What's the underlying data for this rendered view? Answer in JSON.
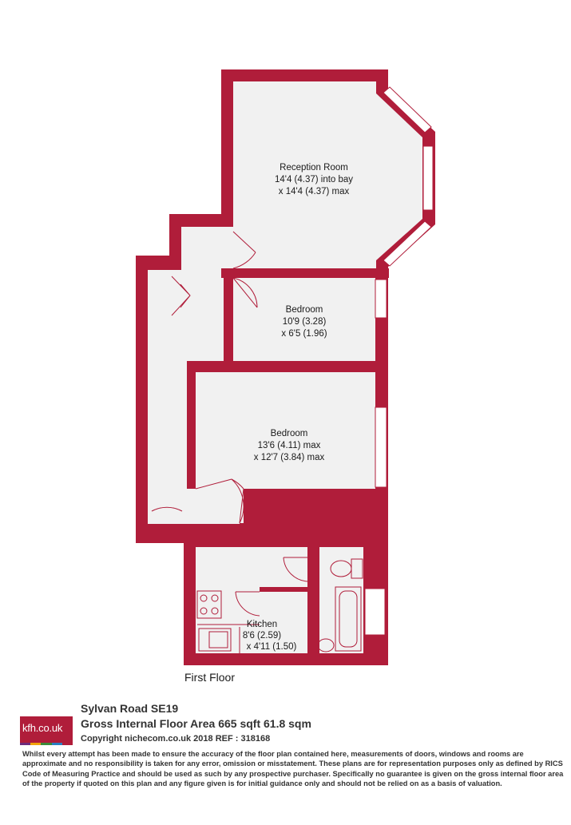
{
  "colors": {
    "wall": "#b01d3a",
    "floor": "#f1f1f1",
    "fixture_line": "#b01d3a",
    "logo_bg": "#b01d3a",
    "logo_strip": [
      "#6d2c7c",
      "#f1a30c",
      "#3b8a3a",
      "#2b7fc1",
      "#b01d3a"
    ]
  },
  "rooms": {
    "reception": {
      "name": "Reception Room",
      "dim1": "14'4 (4.37) into bay",
      "dim2": "x 14'4 (4.37) max"
    },
    "bedroom_small": {
      "name": "Bedroom",
      "dim1": "10'9 (3.28)",
      "dim2": "x 6'5 (1.96)"
    },
    "bedroom_large": {
      "name": "Bedroom",
      "dim1": "13'6 (4.11) max",
      "dim2": "x 12'7 (3.84) max"
    },
    "kitchen": {
      "name": "Kitchen",
      "dim1": "8'6 (2.59)",
      "dim2": "x 4'11 (1.50)"
    }
  },
  "floor_label": "First Floor",
  "logo_text": "kfh.co.uk",
  "footer": {
    "address": "Sylvan Road  SE19",
    "area": "Gross Internal Floor Area 665 sqft 61.8 sqm",
    "copyright": "Copyright nichecom.co.uk 2018 REF : 318168",
    "disclaimer": "Whilst every attempt has been made to ensure the accuracy of the floor plan contained here, measurements of doors, windows and rooms are approximate and no responsibility is taken for any error, omission or misstatement.  These plans are for representation purposes only as defined by RICS Code of Measuring Practice and should be used as such by any prospective purchaser.  Specifically no guarantee is given on the gross internal floor area of the property if quoted on this plan and any figure given is for initial guidance only and should not be relied on as a basis of valuation."
  }
}
